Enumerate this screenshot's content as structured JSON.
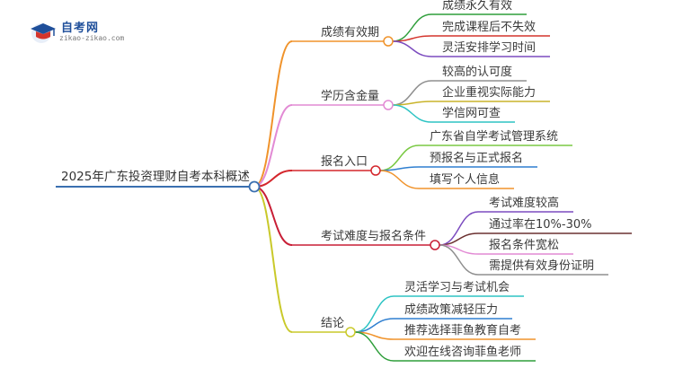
{
  "logo": {
    "title": "自考网",
    "subtitle": "zikao-zikao.com"
  },
  "mindmap": {
    "root": "2025年广东投资理财自考本科概述",
    "branches": [
      {
        "label": "成绩有效期",
        "color": "#f0932b",
        "children": [
          "成绩永久有效",
          "完成课程后不失效",
          "灵活安排学习时间"
        ],
        "child_colors": [
          "#2e9e3a",
          "#d4342c",
          "#7b4bbf"
        ]
      },
      {
        "label": "学历含金量",
        "color": "#e28ad4",
        "children": [
          "较高的认可度",
          "企业重视实际能力",
          "学信网可查"
        ],
        "child_colors": [
          "#8f8f8f",
          "#c9b42a",
          "#2ec4c4"
        ]
      },
      {
        "label": "报名入口",
        "color": "#d4262c",
        "children": [
          "广东省自学考试管理系统",
          "预报名与正式报名",
          "填写个人信息"
        ],
        "child_colors": [
          "#7ac943",
          "#2f7fd0",
          "#f0932b"
        ]
      },
      {
        "label": "考试难度与报名条件",
        "color": "#c81e36",
        "children": [
          "考试难度较高",
          "通过率在10%-30%",
          "报名条件宽松",
          "需提供有效身份证明"
        ],
        "child_colors": [
          "#7b4bbf",
          "#6b3030",
          "#e28ad4",
          "#8f8f8f"
        ]
      },
      {
        "label": "结论",
        "color": "#c9c92a",
        "children": [
          "灵活学习与考试机会",
          "成绩政策减轻压力",
          "推荐选择菲鱼教育自考",
          "欢迎在线咨询菲鱼老师"
        ],
        "child_colors": [
          "#2ec4c4",
          "#2f7fd0",
          "#f0932b",
          "#2e9e3a"
        ]
      }
    ]
  }
}
